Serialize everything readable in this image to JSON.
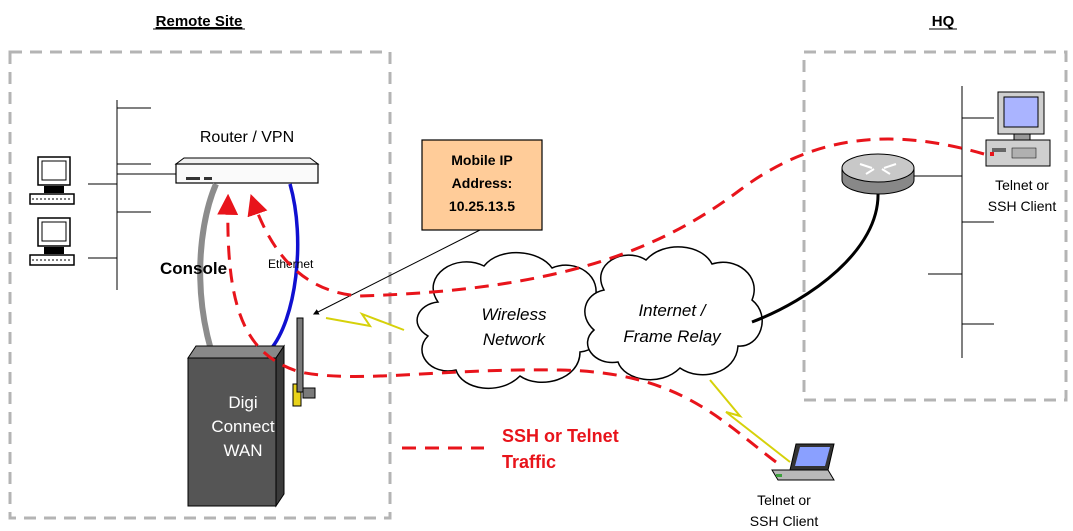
{
  "sections": {
    "remote_site": "Remote Site",
    "hq": "HQ"
  },
  "labels": {
    "router": "Router / VPN",
    "mobile_ip_line1": "Mobile IP",
    "mobile_ip_line2": "Address:",
    "mobile_ip_line3": "10.25.13.5",
    "console": "Console",
    "ethernet": "Ethernet",
    "wireless_line1": "Wireless",
    "wireless_line2": "Network",
    "internet_line1": "Internet /",
    "internet_line2": "Frame Relay",
    "digi_line1": "Digi",
    "digi_line2": "Connect",
    "digi_line3": "WAN",
    "legend_line1": "SSH or Telnet",
    "legend_line2": "Traffic",
    "hq_client_line1": "Telnet or",
    "hq_client_line2": "SSH Client",
    "laptop_client_line1": "Telnet or",
    "laptop_client_line2": "SSH Client"
  },
  "colors": {
    "traffic": "#e8141b",
    "console_cable": "#8c8c8c",
    "ethernet_cable": "#1010d0",
    "box_border": "#b4b4b4",
    "mobile_ip_fill": "#ffcc99",
    "device_fill": "#555555"
  }
}
